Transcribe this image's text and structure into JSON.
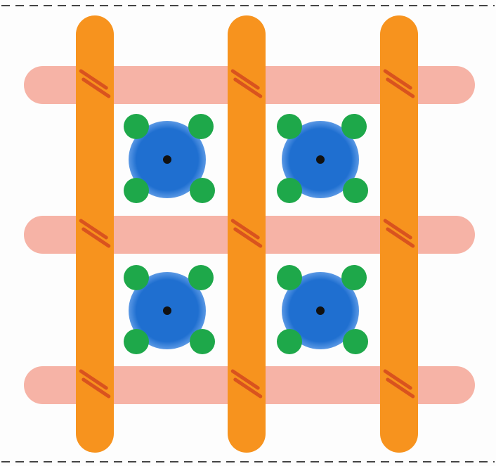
{
  "colors": {
    "background": "#fdfdfd",
    "border_dash": "#444444",
    "horizontal_bar": "#f6b3a6",
    "vertical_bar": "#f7931e",
    "cross_mark": "#d9531e",
    "blue_atom": "#1f6fd0",
    "green_atom": "#1ea84a",
    "center_dot": "#111111"
  },
  "diagram": {
    "horizontal_bar_count": 3,
    "vertical_bar_count": 3,
    "blue_atom_count": 4,
    "green_atoms_per_blue": 4,
    "cross_marks_per_intersection": 2
  }
}
